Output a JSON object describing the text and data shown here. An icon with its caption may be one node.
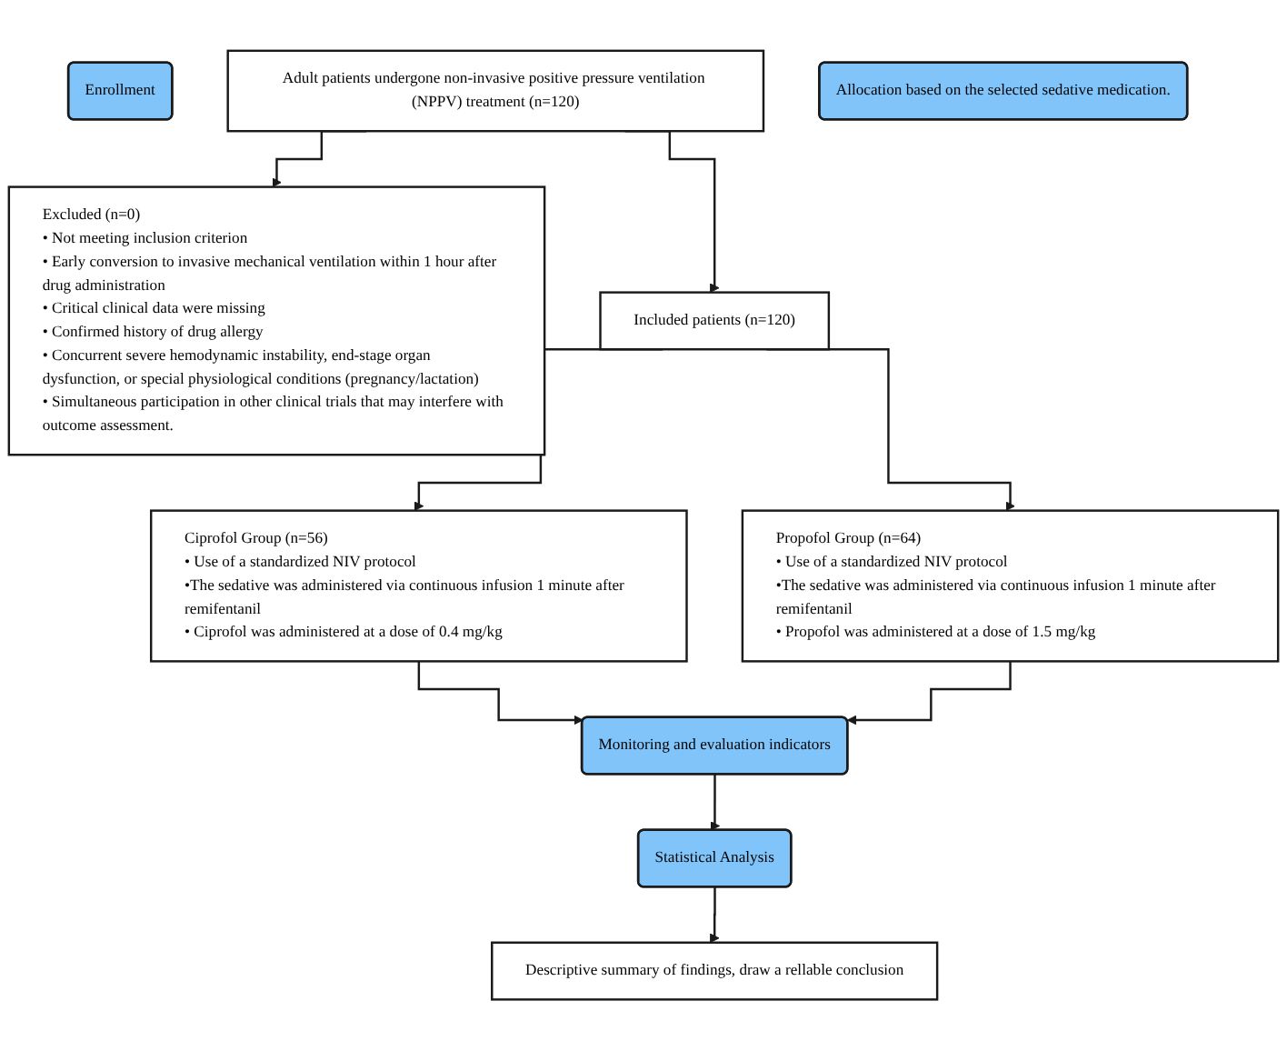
{
  "diagram": {
    "nodes": [
      {
        "text": [
          "Enrollment"
        ]
      },
      {
        "text": [
          "Adult patients undergone non-invasive positive pressure ventilation (NPPV) treatment (n=120)"
        ]
      },
      {
        "text": [
          "Excluded (n=0)",
          "• Not meeting inclusion criterion",
          "• Early conversion to invasive mechanical ventilation within 1 hour after drug administration",
          "• Critical clinical data were missing",
          "• Confirmed history of drug allergy",
          "• Concurrent severe hemodynamic instability, end-stage organ dysfunction, or special physiological conditions (pregnancy/lactation)",
          "• Simultaneous participation in other clinical trials that may interfere with outcome assessment."
        ]
      },
      {
        "text": [
          "Included patients (n=120)"
        ]
      },
      {
        "text": [
          "Allocation based on the selected sedative medication."
        ]
      },
      {
        "text": [
          "Ciprofol Group (n=56)",
          "• Use of a standardized NIV protocol",
          "•The sedative was administered via continuous infusion 1 minute after remifentanil",
          "• Ciprofol was administered at a dose of 0.4 mg/kg"
        ]
      },
      {
        "text": [
          "Propofol Group (n=64)",
          "• Use of a standardized NIV protocol",
          "•The sedative was administered via continuous infusion 1 minute after remifentanil",
          "• Propofol was administered at a dose of 1.5 mg/kg"
        ]
      },
      {
        "text": [
          "Monitoring and evaluation indicators"
        ]
      },
      {
        "text": [
          "Statistical Analysis"
        ]
      },
      {
        "text": [
          "Descriptive summary of findings, draw a rellable conclusion"
        ]
      }
    ],
    "edges": [
      {
        "from": 1,
        "to": 2,
        "arrow": "to"
      },
      {
        "from": 1,
        "to": 3,
        "arrow": "to"
      },
      {
        "from": 3,
        "to": 5,
        "arrow": "to"
      },
      {
        "from": 3,
        "to": 6,
        "arrow": "to"
      },
      {
        "from": 5,
        "to": 7,
        "arrow": "to"
      },
      {
        "from": 6,
        "to": 7,
        "arrow": "to"
      },
      {
        "from": 7,
        "to": 8,
        "arrow": "to"
      },
      {
        "from": 8,
        "to": 9,
        "arrow": "to"
      }
    ]
  }
}
